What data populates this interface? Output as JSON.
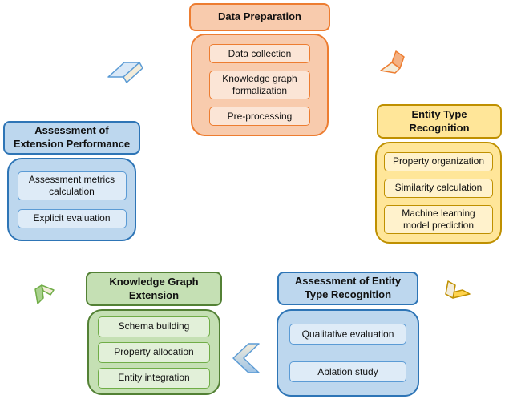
{
  "diagram": {
    "background": "#ffffff",
    "groups": [
      {
        "id": "data-preparation",
        "title": "Data Preparation",
        "theme": "orange",
        "fill": "#F8CBAD",
        "border": "#ED7D31",
        "item_fill": "#FBE5D6",
        "items": [
          "Data collection",
          "Knowledge graph\nformalization",
          "Pre-processing"
        ]
      },
      {
        "id": "entity-type-recognition",
        "title": "Entity Type\nRecognition",
        "theme": "yellow",
        "fill": "#FFE699",
        "border": "#BF9000",
        "item_fill": "#FFF2CC",
        "items": [
          "Property organization",
          "Similarity calculation",
          "Machine learning\nmodel prediction"
        ]
      },
      {
        "id": "assessment-of-entity-type-recognition",
        "title": "Assessment of Entity\nType Recognition",
        "theme": "blue",
        "fill": "#BDD7EE",
        "border": "#2E75B6",
        "item_fill": "#DEEBF7",
        "items": [
          "Qualitative evaluation",
          "Ablation study"
        ]
      },
      {
        "id": "knowledge-graph-extension",
        "title": "Knowledge Graph\nExtension",
        "theme": "green",
        "fill": "#C5E0B4",
        "border": "#538135",
        "item_fill": "#E2F0D9",
        "items": [
          "Schema building",
          "Property allocation",
          "Entity integration"
        ]
      },
      {
        "id": "assessment-of-extension-performance",
        "title": "Assessment of\nExtension Performance",
        "theme": "blue",
        "fill": "#BDD7EE",
        "border": "#2E75B6",
        "item_fill": "#DEEBF7",
        "items": [
          "Assessment metrics\ncalculation",
          "Explicit evaluation"
        ]
      }
    ],
    "arrows": [
      {
        "name": "arrow-assessment-performance-to-data-preparation",
        "color": "#5B9BD5",
        "direction": "up-right"
      },
      {
        "name": "arrow-data-preparation-to-entity-type-recognition",
        "color": "#ED7D31",
        "direction": "down-right"
      },
      {
        "name": "arrow-entity-type-recognition-to-assessment",
        "color": "#BF9000",
        "direction": "down-left"
      },
      {
        "name": "arrow-assessment-to-knowledge-graph-extension",
        "color": "#5B9BD5",
        "direction": "left"
      },
      {
        "name": "arrow-knowledge-graph-extension-to-assessment-performance",
        "color": "#70AD47",
        "direction": "up"
      }
    ]
  }
}
